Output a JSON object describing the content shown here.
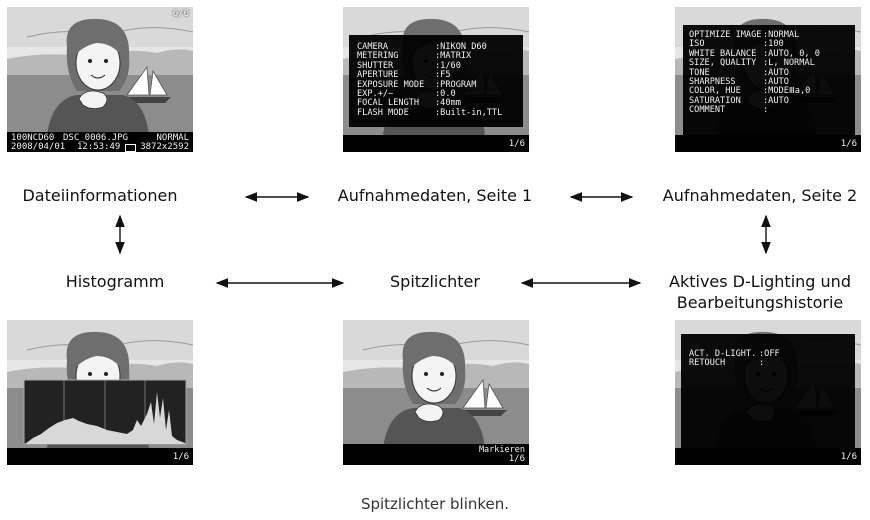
{
  "labels": {
    "dateiinfo": "Dateiinformationen",
    "aufnahme1": "Aufnahmedaten, Seite 1",
    "aufnahme2": "Aufnahmedaten, Seite 2",
    "histogramm": "Histogramm",
    "spitzlichter": "Spitzlichter",
    "adl_line1": "Aktives D-Lighting und",
    "adl_line2": "Bearbeitungshistorie",
    "spitz_blink": "Spitzlichter blinken."
  },
  "screens": {
    "dateiinfo": {
      "frame": "6/6",
      "folder": "100NCD60",
      "file": "DSC_0006.JPG",
      "quality": "NORMAL",
      "date": "2008/04/01",
      "time": "12:53:49",
      "size": "3872x2592"
    },
    "page1": {
      "frame": "1/6",
      "rows": [
        {
          "k": "CAMERA",
          "v": ":NIKON D60"
        },
        {
          "k": "METERING",
          "v": ":MATRIX"
        },
        {
          "k": "SHUTTER",
          "v": ":1/60"
        },
        {
          "k": "APERTURE",
          "v": ":F5"
        },
        {
          "k": "EXPOSURE MODE",
          "v": ":PROGRAM"
        },
        {
          "k": "EXP.+/−",
          "v": ":0.0"
        },
        {
          "k": "FOCAL LENGTH",
          "v": ":40mm"
        },
        {
          "k": "FLASH MODE",
          "v": ":Built-in,TTL"
        }
      ]
    },
    "page2": {
      "frame": "1/6",
      "rows": [
        {
          "k": "OPTIMIZE IMAGE",
          "v": ":NORMAL"
        },
        {
          "k": "ISO",
          "v": ":100"
        },
        {
          "k": "WHITE BALANCE",
          "v": ":AUTO, 0, 0"
        },
        {
          "k": "SIZE, QUALITY",
          "v": ":L, NORMAL"
        },
        {
          "k": "TONE",
          "v": ":AUTO"
        },
        {
          "k": "SHARPNESS",
          "v": ":AUTO"
        },
        {
          "k": "COLOR, HUE",
          "v": ":MODEⅢa,0"
        },
        {
          "k": "SATURATION",
          "v": ":AUTO"
        },
        {
          "k": "COMMENT",
          "v": ":"
        }
      ]
    },
    "histogram": {
      "frame": "1/6"
    },
    "highlights": {
      "label": "Markieren",
      "frame": "1/6"
    },
    "adl": {
      "frame": "1/6",
      "rows": [
        {
          "k": "ACT. D-LIGHT.",
          "v": ":OFF"
        },
        {
          "k": "RETOUCH",
          "v": ":"
        }
      ]
    }
  }
}
